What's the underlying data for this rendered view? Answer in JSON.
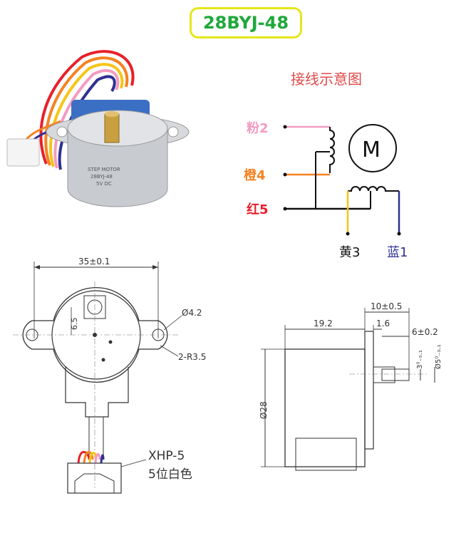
{
  "title": "28BYJ-48",
  "wiring": {
    "heading": "接线示意图",
    "motor_symbol": "M",
    "labels": {
      "pink": "粉2",
      "orange": "橙4",
      "red": "红5",
      "yellow": "黄3",
      "blue": "蓝1"
    },
    "colors": {
      "pink": "#f49ac1",
      "orange": "#f58220",
      "red": "#e8202a",
      "yellow": "#f5c518",
      "blue": "#2e3192",
      "black": "#111111"
    }
  },
  "photo": {
    "label_lines": [
      "STEP MOTOR",
      "28BYJ-48",
      "5V DC"
    ]
  },
  "front_drawing": {
    "width_dim": "35±0.1",
    "offset_dim": "6.5",
    "hole_dim": "Ø4.2",
    "radius_dim": "2-R3.5",
    "connector_name": "XHP-5",
    "connector_desc": "5位白色"
  },
  "side_drawing": {
    "dim_19_2": "19.2",
    "dim_10": "10±0.5",
    "dim_1_6": "1.6",
    "dim_6": "6±0.2",
    "dim_dia28": "Ø28",
    "dim_3": "3⁰₋₀.₁",
    "dim_5": "Ø5⁰₋₀.₁"
  }
}
